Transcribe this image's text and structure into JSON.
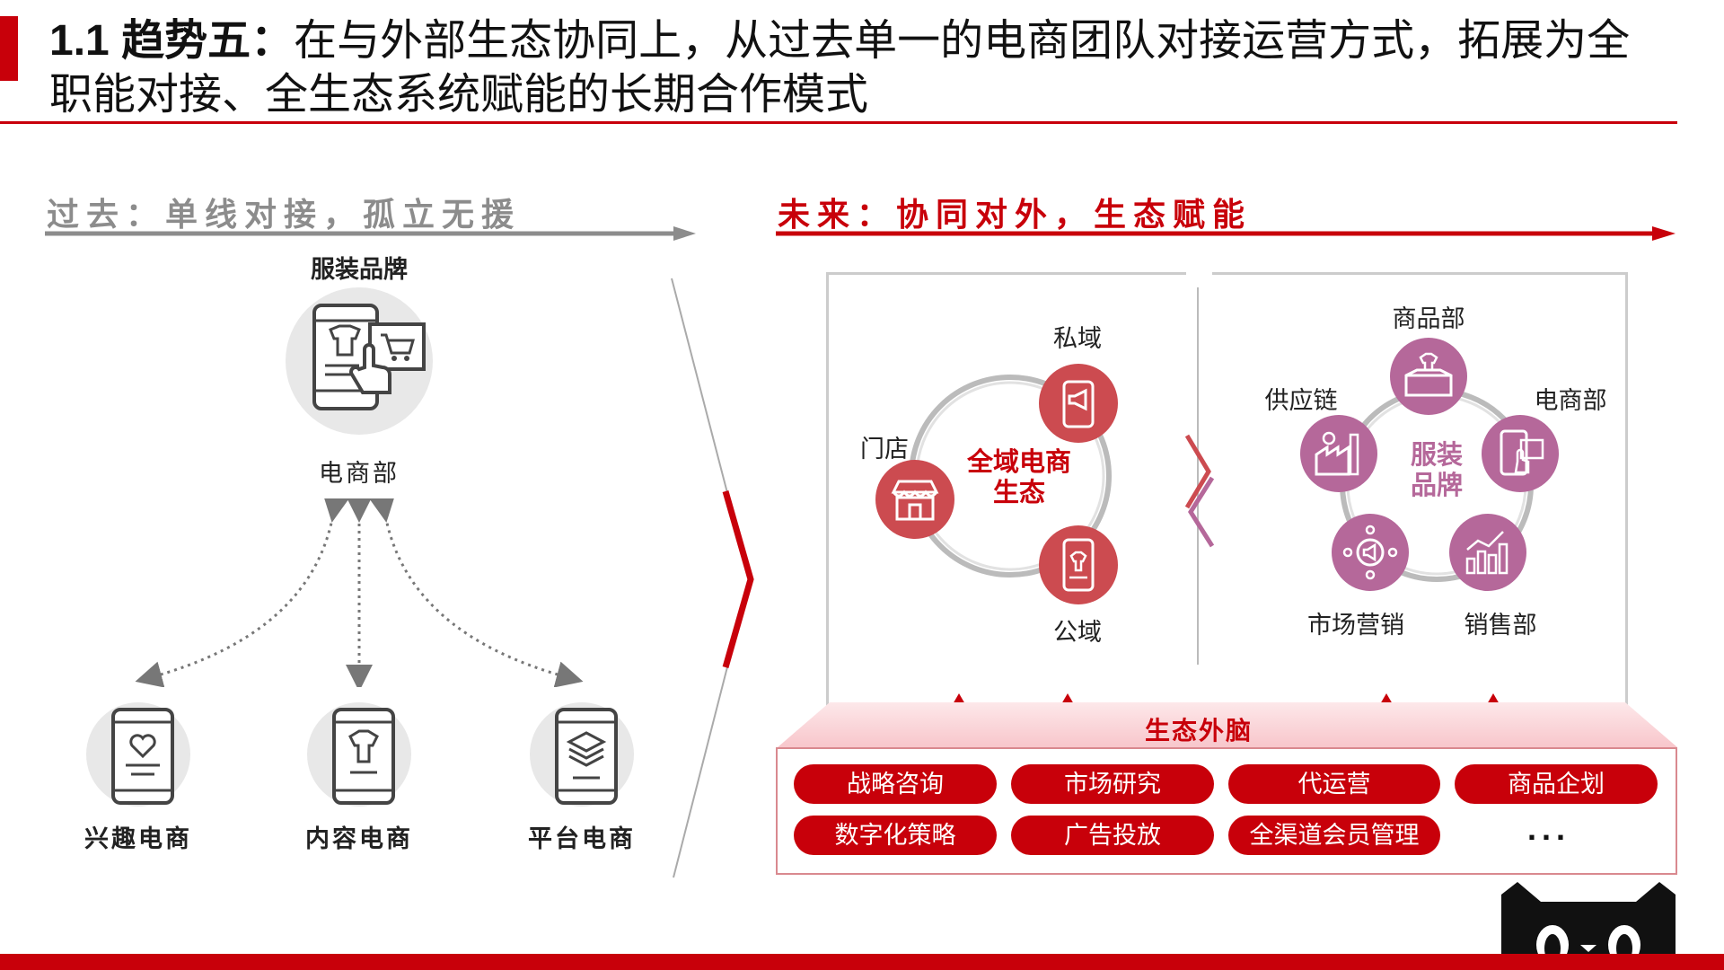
{
  "header": {
    "title_bold": "1.1 趋势五：",
    "title_line1": "在与外部生态协同上，从过去单一的电商团队对接运营方式，拓展为全",
    "title_line2": "职能对接、全生态系统赋能的长期合作模式"
  },
  "past": {
    "heading": "过去：单线对接，孤立无援",
    "brand_label": "服装品牌",
    "dept_label": "电商部",
    "channels": [
      {
        "label": "兴趣电商",
        "icon": "heart-phone-icon"
      },
      {
        "label": "内容电商",
        "icon": "shirt-phone-icon"
      },
      {
        "label": "平台电商",
        "icon": "layers-phone-icon"
      }
    ]
  },
  "future": {
    "heading": "未来：协同对外，生态赋能",
    "ecosystem": {
      "center": [
        "全域电商",
        "生态"
      ],
      "nodes": [
        "私域",
        "门店",
        "公域"
      ]
    },
    "brand": {
      "center": [
        "服装",
        "品牌"
      ],
      "nodes": [
        "商品部",
        "电商部",
        "销售部",
        "市场营销",
        "供应链"
      ]
    },
    "brain": {
      "label": "生态外脑",
      "services": [
        "战略咨询",
        "市场研究",
        "代运营",
        "商品企划",
        "数字化策略",
        "广告投放",
        "全渠道会员管理",
        "..."
      ]
    }
  },
  "colors": {
    "brand_red": "#c8000a",
    "circle_red": "#cc4b50",
    "circle_purple": "#b5689a",
    "gray_arrow": "#8c8c8c"
  }
}
